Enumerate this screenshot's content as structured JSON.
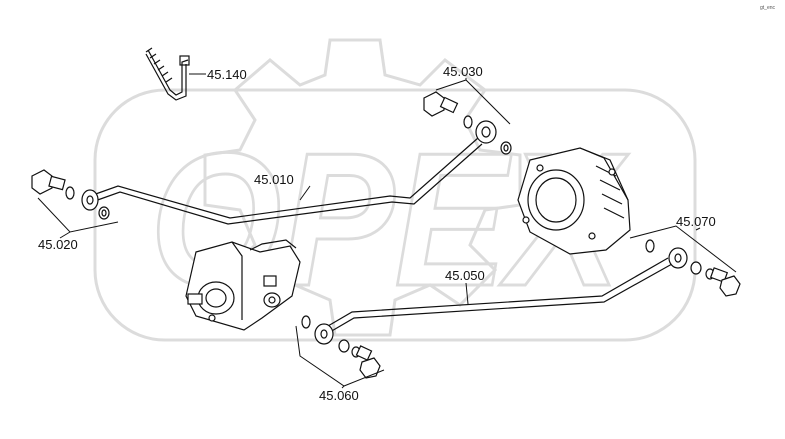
{
  "diagram": {
    "watermark": {
      "logo_text": "OPEX"
    },
    "corner_mark": "gt_enc",
    "callouts": [
      {
        "id": "45.140",
        "label": "45.140"
      },
      {
        "id": "45.030",
        "label": "45.030"
      },
      {
        "id": "45.010",
        "label": "45.010"
      },
      {
        "id": "45.020",
        "label": "45.020"
      },
      {
        "id": "45.050",
        "label": "45.050"
      },
      {
        "id": "45.070",
        "label": "45.070"
      },
      {
        "id": "45.060",
        "label": "45.060"
      }
    ],
    "colors": {
      "line": "#111111",
      "watermark": "#dcdcdc",
      "background": "#ffffff"
    }
  }
}
